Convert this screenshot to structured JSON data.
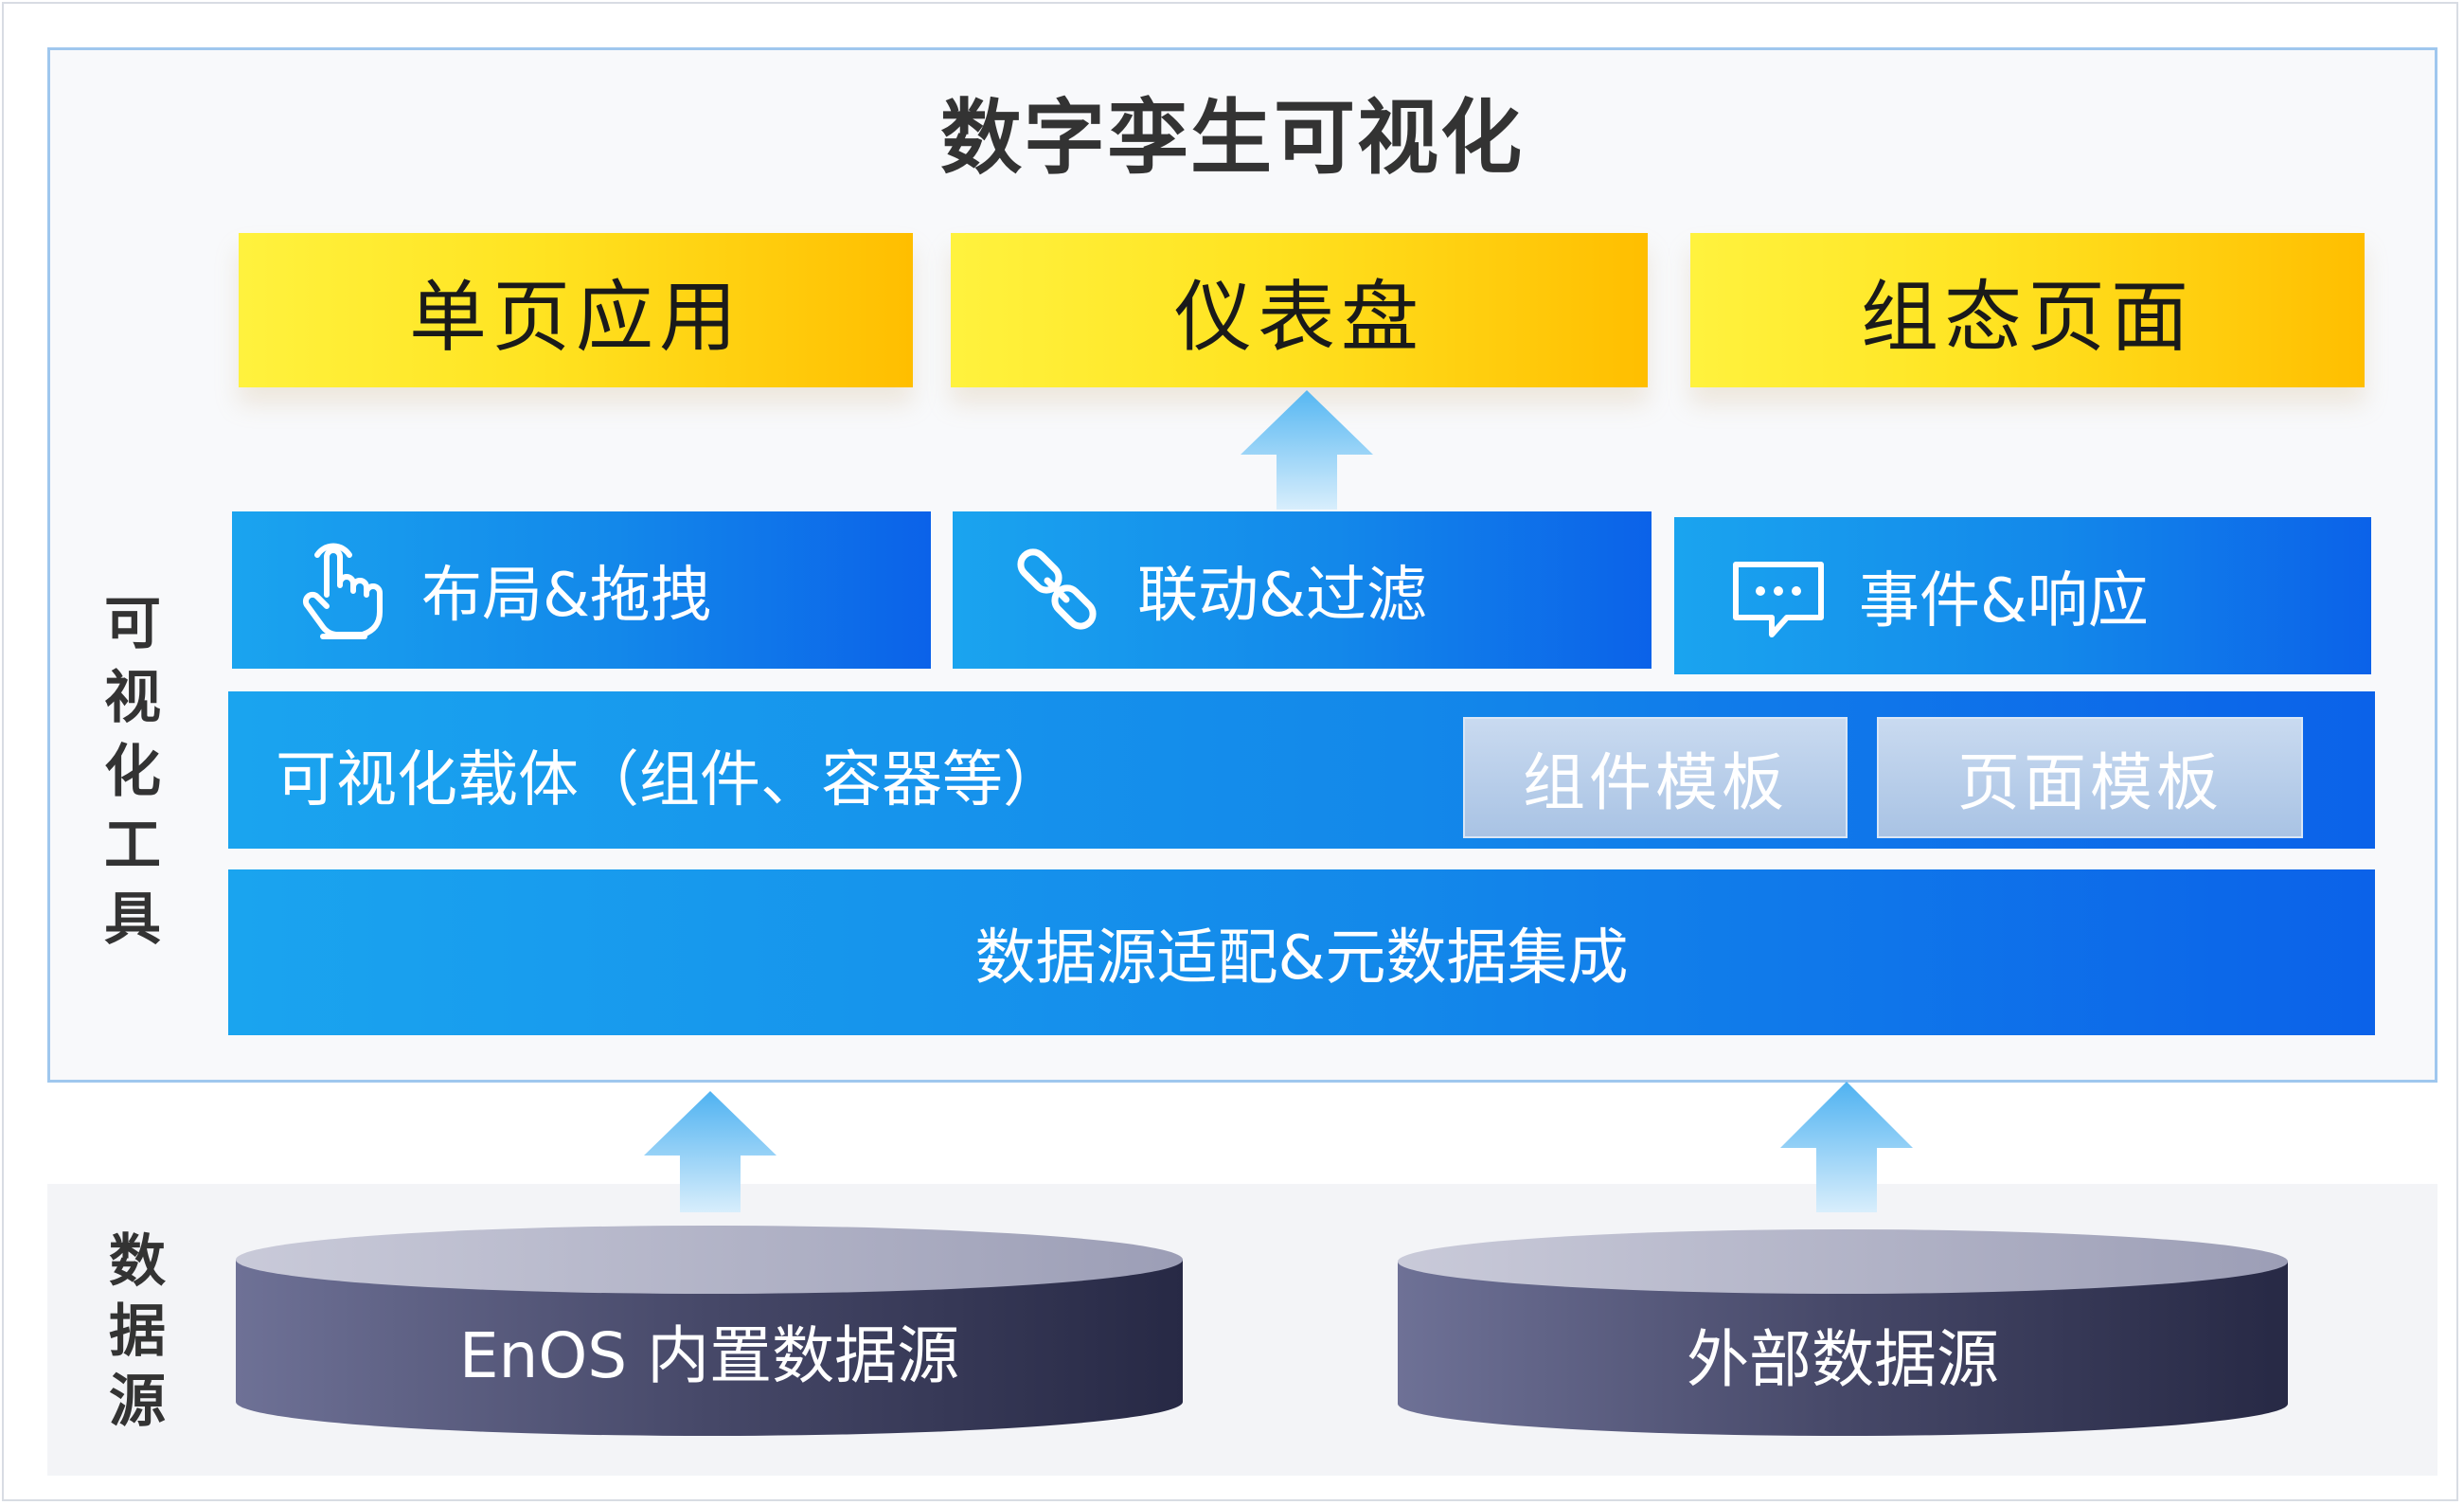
{
  "title": "数字孪生可视化",
  "outputs": [
    "单页应用",
    "仪表盘",
    "组态页面"
  ],
  "features": [
    {
      "label": "布局&拖拽",
      "icon": "hand-pointer-icon"
    },
    {
      "label": "联动&过滤",
      "icon": "link-icon"
    },
    {
      "label": "事件&响应",
      "icon": "chat-bubble-icon"
    }
  ],
  "carrier": {
    "label": "可视化载体（组件、容器等）",
    "templates": [
      "组件模板",
      "页面模板"
    ]
  },
  "integration": "数据源适配&元数据集成",
  "side_labels": {
    "viz_tool": [
      "可",
      "视",
      "化",
      "工",
      "具"
    ],
    "data_source": [
      "数",
      "据",
      "源"
    ]
  },
  "sources": [
    "EnOS 内置数据源",
    "外部数据源"
  ],
  "colors": {
    "accent_blue": "#1388ea",
    "output_yellow": "#ffd21a",
    "source_gray": "#5b5e80",
    "arrow_blue": "#56b7f2"
  }
}
